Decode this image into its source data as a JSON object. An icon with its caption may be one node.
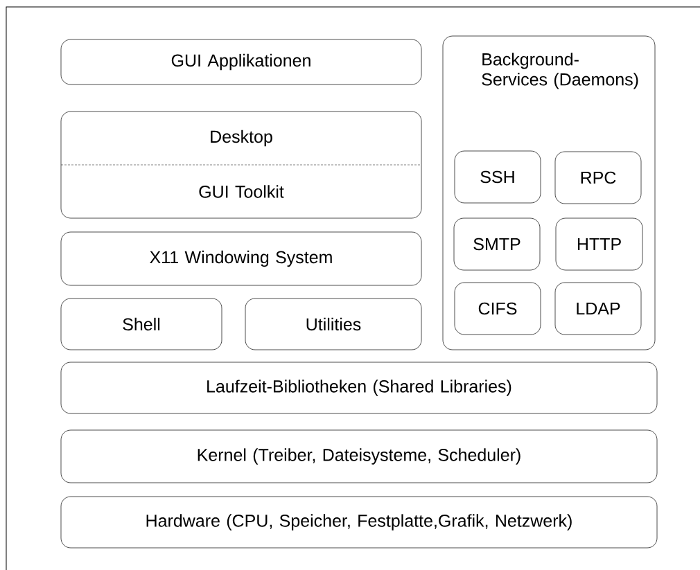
{
  "diagram": {
    "nodes": [
      {
        "text": [
          "GUI Applikationen"
        ]
      },
      {
        "text": [
          "Desktop",
          "GUI Toolkit"
        ]
      },
      {
        "text": [
          "X11 Windowing System"
        ]
      },
      {
        "text": [
          "Shell"
        ]
      },
      {
        "text": [
          "Utilities"
        ]
      },
      {
        "text": [
          "Background-Services (Daemons)"
        ]
      },
      {
        "text": [
          "SSH"
        ],
        "in": 5
      },
      {
        "text": [
          "RPC"
        ],
        "in": 5
      },
      {
        "text": [
          "SMTP"
        ],
        "in": 5
      },
      {
        "text": [
          "HTTP"
        ],
        "in": 5
      },
      {
        "text": [
          "CIFS"
        ],
        "in": 5
      },
      {
        "text": [
          "LDAP"
        ],
        "in": 5
      },
      {
        "text": [
          "Laufzeit-Bibliotheken (Shared Libraries)"
        ]
      },
      {
        "text": [
          "Kernel (Treiber, Dateisysteme, Scheduler)"
        ]
      },
      {
        "text": [
          "Hardware (CPU, Speicher, Festplatte,Grafik, Netzwerk)"
        ]
      }
    ]
  }
}
